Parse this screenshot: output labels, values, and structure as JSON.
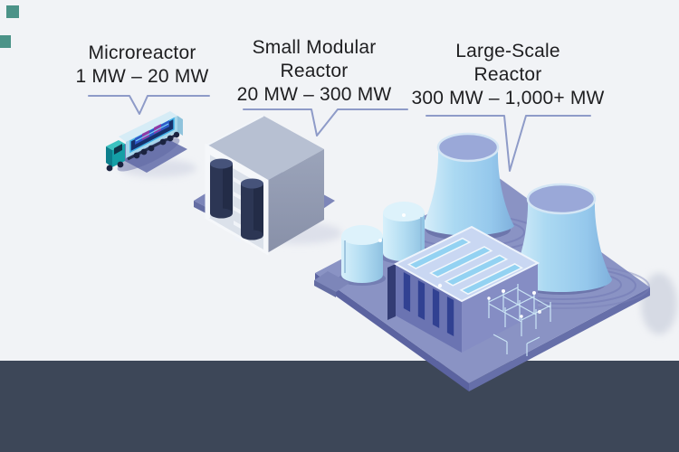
{
  "reactors": [
    {
      "name": "Microreactor",
      "range": "1 MW – 20 MW"
    },
    {
      "name": "Small Modular Reactor",
      "range": "20 MW – 300 MW"
    },
    {
      "name": "Large-Scale Reactor",
      "range": "300 MW – 1,000+ MW"
    }
  ],
  "palette": {
    "background": "#f1f3f6",
    "footer_band": "#3d4758",
    "callout_line": "#8e9bc8",
    "text": "#1e1e20",
    "pad_periwinkle": "#7d86b9",
    "platform_top": "#8a93c4",
    "platform_edge_left": "#5b63a0",
    "platform_edge_right": "#666fa9",
    "tower_blue": "#a5d4f0",
    "tower_rim_interior": "#9aa8d8",
    "tank_blue": "#b9e1f4",
    "truck_teal": "#14a0a6",
    "reactor_vessel_navy": "#2c3654",
    "cutaway_blue": "#16306b",
    "cutaway_magenta": "#8f3ba6",
    "decor_teal": "#2e8174"
  }
}
